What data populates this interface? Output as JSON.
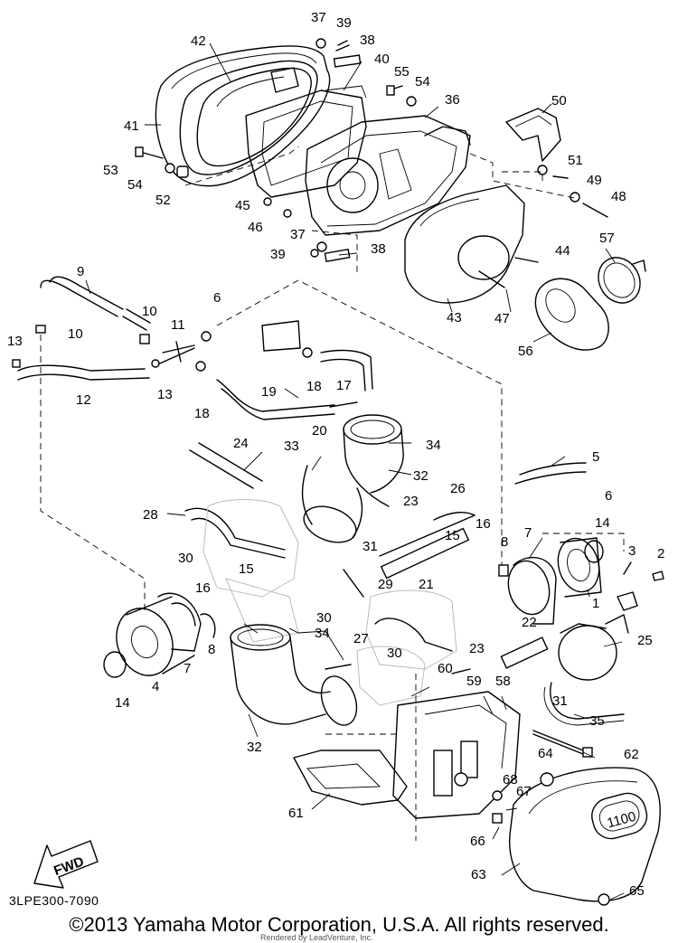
{
  "diagram": {
    "catalog_code": "3LPE300-7090",
    "copyright": "©2013 Yamaha Motor Corporation, U.S.A. All rights reserved.",
    "renderer": "Rendered by LeadVenture, Inc.",
    "fwd_label": "FWD",
    "cover_badge": "1100",
    "labels": [
      "37",
      "39",
      "38",
      "42",
      "40",
      "55",
      "54",
      "36",
      "50",
      "41",
      "53",
      "54",
      "52",
      "45",
      "46",
      "51",
      "49",
      "48",
      "37",
      "39",
      "38",
      "44",
      "57",
      "9",
      "10",
      "6",
      "11",
      "13",
      "10",
      "12",
      "13",
      "18",
      "17",
      "18",
      "19",
      "20",
      "43",
      "47",
      "56",
      "24",
      "33",
      "34",
      "32",
      "5",
      "6",
      "28",
      "23",
      "26",
      "16",
      "15",
      "7",
      "14",
      "3",
      "2",
      "30",
      "15",
      "31",
      "8",
      "29",
      "21",
      "16",
      "30",
      "34",
      "27",
      "22",
      "25",
      "4",
      "8",
      "7",
      "14",
      "31",
      "30",
      "60",
      "59",
      "58",
      "23",
      "35",
      "32",
      "64",
      "62",
      "68",
      "67",
      "61",
      "66",
      "63",
      "65",
      "1"
    ]
  }
}
